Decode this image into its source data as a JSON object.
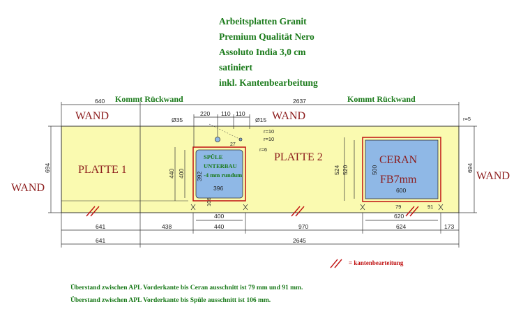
{
  "header": {
    "lines": [
      "Arbeitsplatten Granit",
      "Premium Qualität Nero",
      "Assoluto India 3,0 cm",
      "satiniert",
      "inkl. Kantenbearbeitung"
    ]
  },
  "labels": {
    "kommt_left": "Kommt Rückwand",
    "kommt_right": "Kommt Rückwand",
    "wand_top_left": "WAND",
    "wand_top_mid": "WAND",
    "wand_left": "WAND",
    "wand_right": "WAND",
    "platte1": "PLATTE 1",
    "platte2": "PLATTE 2",
    "sink_line1": "SPÜLE",
    "sink_line2": "UNTERBAU",
    "sink_line3": "-4 mm rundum",
    "ceran_line1": "CERAN",
    "ceran_line2": "FB7mm"
  },
  "dimensions": {
    "top_640": "640",
    "top_2637": "2637",
    "d220": "220",
    "d110a": "110",
    "d110b": "110",
    "o35": "Ø35",
    "o15": "Ø15",
    "d27": "27",
    "r10a": "r=10",
    "r10b": "r=10",
    "r6": "r=6",
    "r5": "r=5",
    "h694_left": "694",
    "h694_right": "694",
    "h440": "440",
    "h400": "400",
    "h392": "392",
    "w396": "396",
    "d106": "106",
    "w400": "400",
    "h524": "524",
    "h520": "520",
    "h500": "500",
    "w600": "600",
    "d79": "79",
    "d91": "91",
    "w620": "620",
    "b641": "641",
    "b438": "438",
    "b440": "440",
    "b970": "970",
    "b624": "624",
    "b173": "173",
    "bb641": "641",
    "bb2645": "2645"
  },
  "legend": "= kantenbearteitung",
  "footer": [
    "Überstand zwischen APL Vorderkante bis Ceran ausschnitt ist 79 mm und 91 mm.",
    "Überstand zwischen APL Vorderkante bis Spüle ausschnitt ist 106 mm."
  ],
  "colors": {
    "counter": "#fafab0",
    "cutout_blue": "#8fb8e6",
    "edge_red": "#c01010",
    "text_green": "#1a7a1a",
    "wand_red": "#8b1a1a",
    "line": "#333333"
  }
}
